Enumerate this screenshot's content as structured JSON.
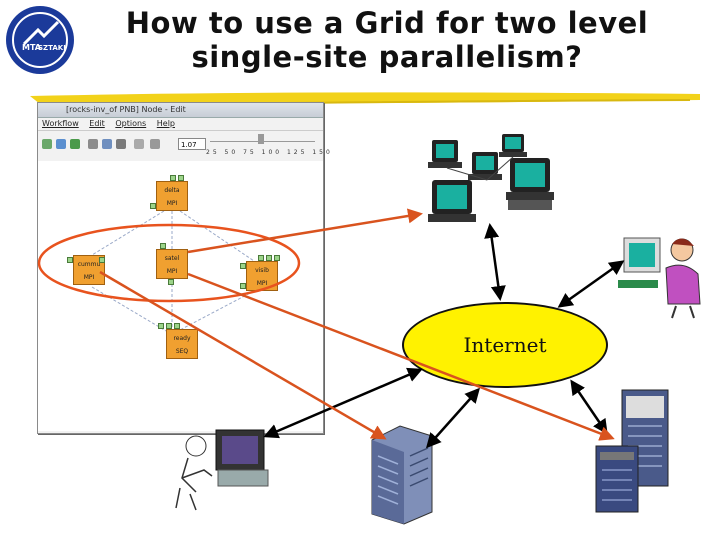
{
  "title_line1": "How to use a Grid for two level",
  "title_line2": "single-site parallelism?",
  "logo": {
    "top": "MTA",
    "bottom": "SZTAKI",
    "colors": {
      "ring": "#1b3a9a",
      "text": "#ffffff"
    }
  },
  "cloud_label": "Internet",
  "workflow_window": {
    "title": "[rocks-inv_of PNB] Node - Edit",
    "menu": [
      "Workflow",
      "Edit",
      "Options",
      "Help"
    ],
    "zoom_value": "1.07",
    "zoom_ticks": "25 50 75 100 125 150",
    "nodes": [
      {
        "name": "delta",
        "type": "MPI"
      },
      {
        "name": "cummu",
        "type": "MPI"
      },
      {
        "name": "satel",
        "type": "MPI"
      },
      {
        "name": "visib",
        "type": "MPI"
      },
      {
        "name": "ready",
        "type": "SEQ"
      }
    ]
  },
  "icons": [
    "workstation-cluster-icon",
    "user-at-computer-icon",
    "user-at-computer-icon",
    "server-rack-icon",
    "server-rack-icon"
  ],
  "colors": {
    "cloud": "#fff200",
    "arrow_red": "#d9531e",
    "ellipse": "#e8531e",
    "arrow_black": "#000000",
    "node": "#f0a030"
  }
}
